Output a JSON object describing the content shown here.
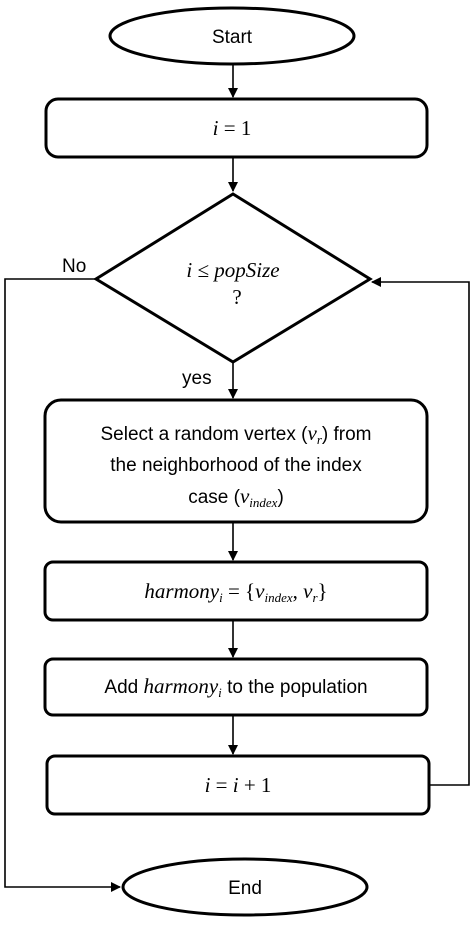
{
  "diagram": {
    "start_label": "Start",
    "init": {
      "var": "i",
      "op": " = ",
      "val": "1"
    },
    "decision": {
      "var": "i",
      "op": " ≤ ",
      "term": "popSize",
      "q": "?"
    },
    "no_label": "No",
    "yes_label": "yes",
    "select_box": {
      "line1_pre": "Select a random vertex (",
      "line1_var": "v",
      "line1_sub": "r",
      "line1_post": ") from",
      "line2": "the neighborhood of the index",
      "line3_pre": "case (",
      "line3_var": "v",
      "line3_sub": "index",
      "line3_post": ")"
    },
    "harmony_box": {
      "lhs": "harmony",
      "lhs_sub": "i",
      "eq": " = {",
      "v1": "v",
      "v1_sub": "index",
      "comma": ", ",
      "v2": "v",
      "v2_sub": "r",
      "close": "}"
    },
    "add_box": {
      "pre": "Add ",
      "var": "harmony",
      "sub": "i",
      "post": " to the population"
    },
    "increment": {
      "var1": "i",
      "eq": " = ",
      "var2": "i",
      "plus": " + 1"
    },
    "end_label": "End"
  }
}
